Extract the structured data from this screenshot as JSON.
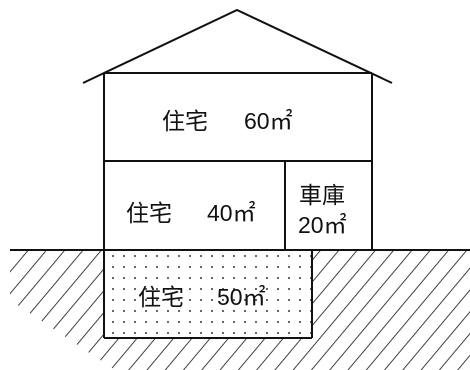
{
  "rooms": {
    "upper": {
      "label": "住宅",
      "area": "60㎡"
    },
    "middle": {
      "label": "住宅",
      "area": "40㎡"
    },
    "garage": {
      "label": "車庫",
      "area": "20㎡"
    },
    "basement": {
      "label": "住宅",
      "area": "50㎡"
    }
  },
  "colors": {
    "line": "#111111",
    "background": "#ffffff"
  }
}
